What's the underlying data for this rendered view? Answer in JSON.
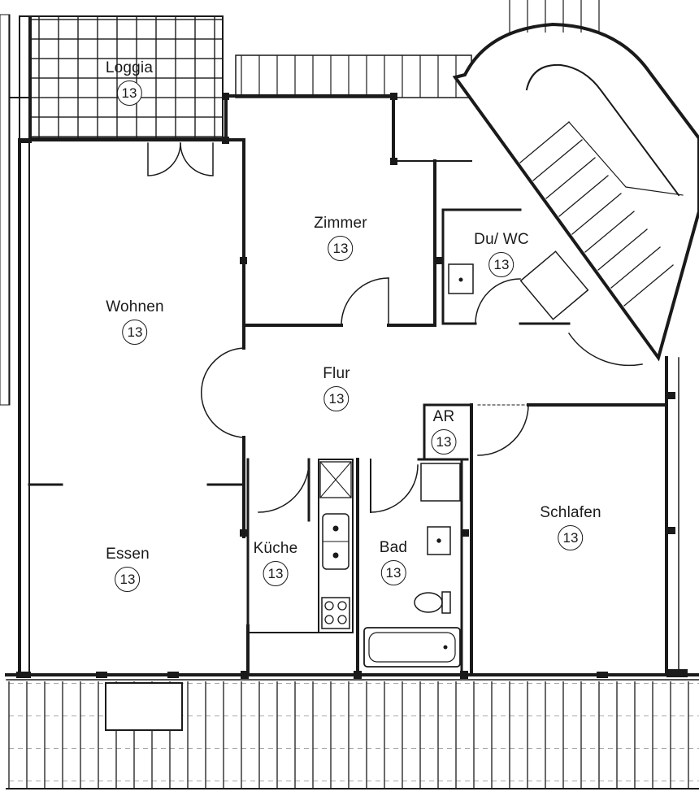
{
  "rooms": [
    {
      "key": "loggia",
      "name": "Loggia",
      "number": "13"
    },
    {
      "key": "zimmer",
      "name": "Zimmer",
      "number": "13"
    },
    {
      "key": "duwc",
      "name": "Du/ WC",
      "number": "13"
    },
    {
      "key": "wohnen",
      "name": "Wohnen",
      "number": "13"
    },
    {
      "key": "flur",
      "name": "Flur",
      "number": "13"
    },
    {
      "key": "ar",
      "name": "AR",
      "number": "13"
    },
    {
      "key": "schlafen",
      "name": "Schlafen",
      "number": "13"
    },
    {
      "key": "essen",
      "name": "Essen",
      "number": "13"
    },
    {
      "key": "kueche",
      "name": "Küche",
      "number": "13"
    },
    {
      "key": "bad",
      "name": "Bad",
      "number": "13"
    }
  ],
  "colors": {
    "line": "#1a1a1a",
    "background": "#ffffff"
  }
}
